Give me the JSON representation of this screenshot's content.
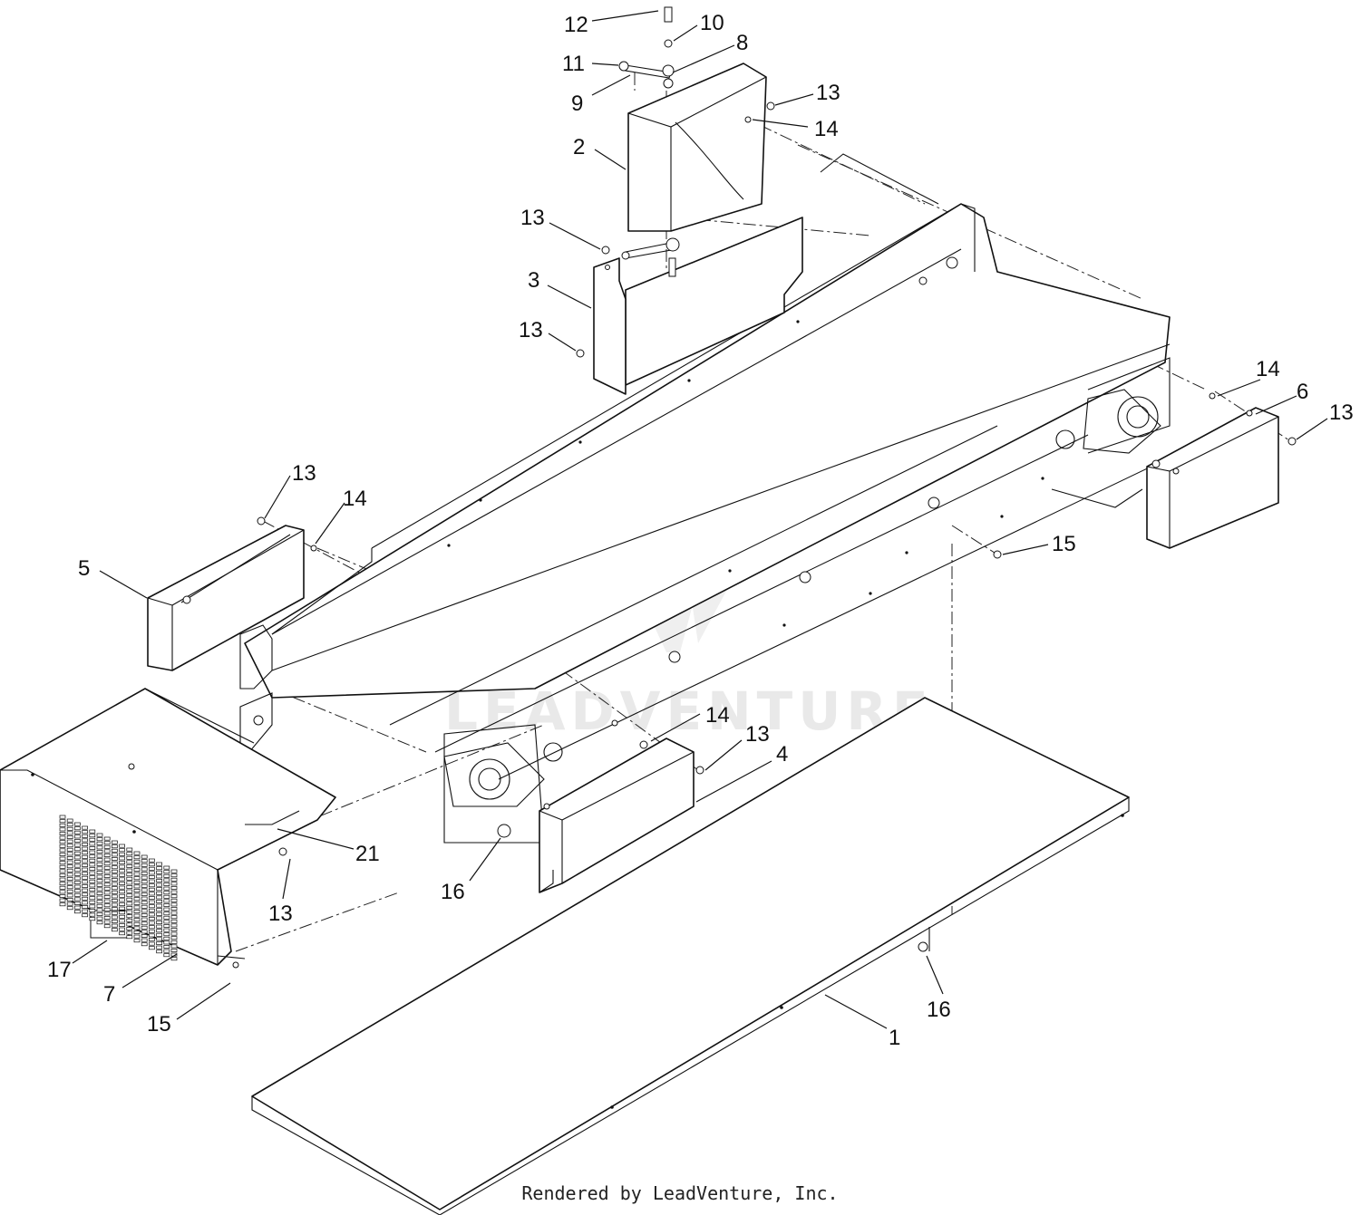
{
  "footer_text": "Rendered by LeadVenture, Inc.",
  "watermark_text": "LEADVENTURE",
  "callouts": [
    "12",
    "10",
    "8",
    "11",
    "9",
    "13",
    "14",
    "2",
    "13",
    "3",
    "13",
    "14",
    "6",
    "13",
    "13",
    "14",
    "5",
    "15",
    "14",
    "13",
    "4",
    "21",
    "13",
    "16",
    "17",
    "7",
    "15",
    "16",
    "1"
  ]
}
